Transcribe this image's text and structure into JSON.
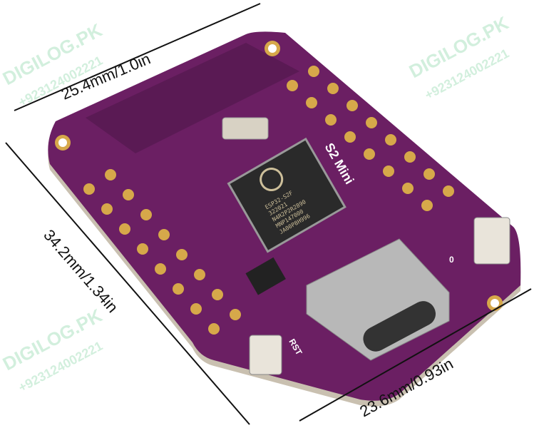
{
  "dimensions": {
    "top": "25.4mm/1.0in",
    "left": "34.2mm/1.34in",
    "bottom": "23.6mm/0.93in"
  },
  "watermark": {
    "brand": "DIGILOG.PK",
    "phone": "+923124002221"
  },
  "board": {
    "model_label": "S2 Mini",
    "chip_lines": [
      "ESP32-S2F",
      "322021",
      "N4R2P2R2890",
      "MNP147000",
      "JA00P8H996"
    ],
    "rst_label": "RST",
    "boot_label": "0",
    "colors": {
      "pcb": "#6b1f63",
      "pad": "#d6a84a",
      "chip": "#2a2a2a",
      "usb": "#b8b8b8"
    }
  }
}
